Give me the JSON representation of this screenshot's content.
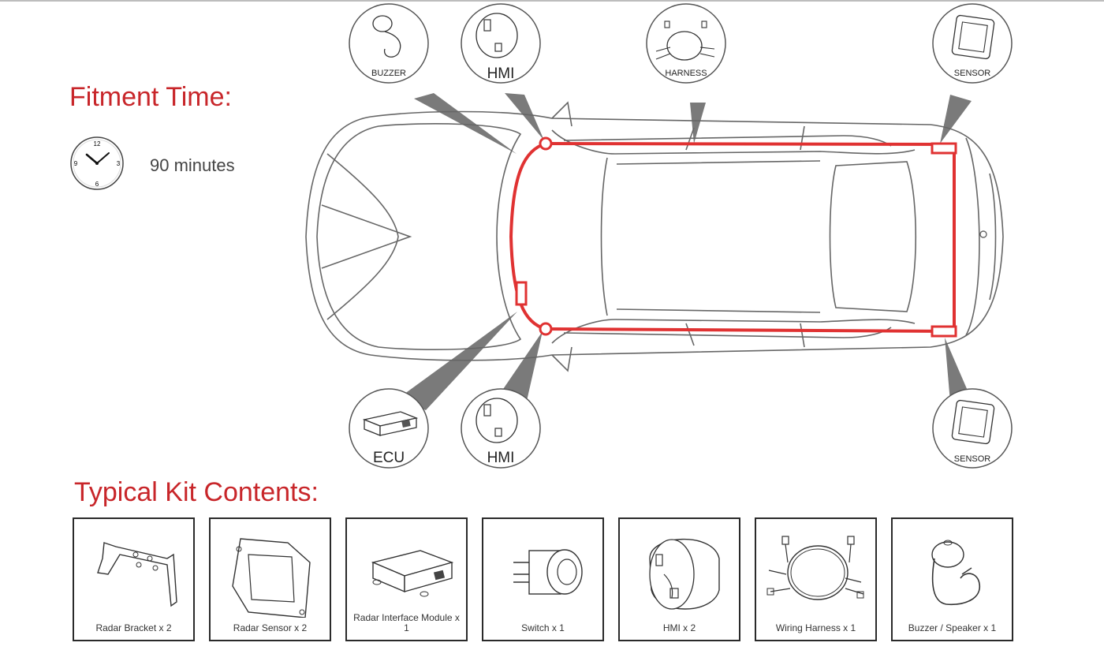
{
  "fitment": {
    "title": "Fitment Time:",
    "duration": "90 minutes",
    "clock_numerals": [
      "12",
      "3",
      "6",
      "9"
    ]
  },
  "callouts": {
    "buzzer_top": "BUZZER",
    "hmi_top": "HMI",
    "harness_top": "HARNESS",
    "sensor_top": "SENSOR",
    "ecu_bottom": "ECU",
    "hmi_bottom": "HMI",
    "sensor_bottom": "SENSOR"
  },
  "kit": {
    "title": "Typical Kit Contents:",
    "items": [
      {
        "label": "Radar Bracket x 2",
        "icon": "radar-bracket-icon"
      },
      {
        "label": "Radar Sensor x 2",
        "icon": "radar-sensor-icon"
      },
      {
        "label": "Radar Interface Module x 1",
        "icon": "interface-module-icon"
      },
      {
        "label": "Switch x 1",
        "icon": "switch-icon"
      },
      {
        "label": "HMI x 2",
        "icon": "hmi-icon"
      },
      {
        "label": "Wiring Harness x 1",
        "icon": "wiring-harness-icon"
      },
      {
        "label": "Buzzer / Speaker x 1",
        "icon": "buzzer-icon"
      }
    ]
  },
  "colors": {
    "accent_red": "#c8262a",
    "wiring_red": "#e03232",
    "line_gray": "#666666",
    "callout_gray": "#7a7a7a"
  }
}
